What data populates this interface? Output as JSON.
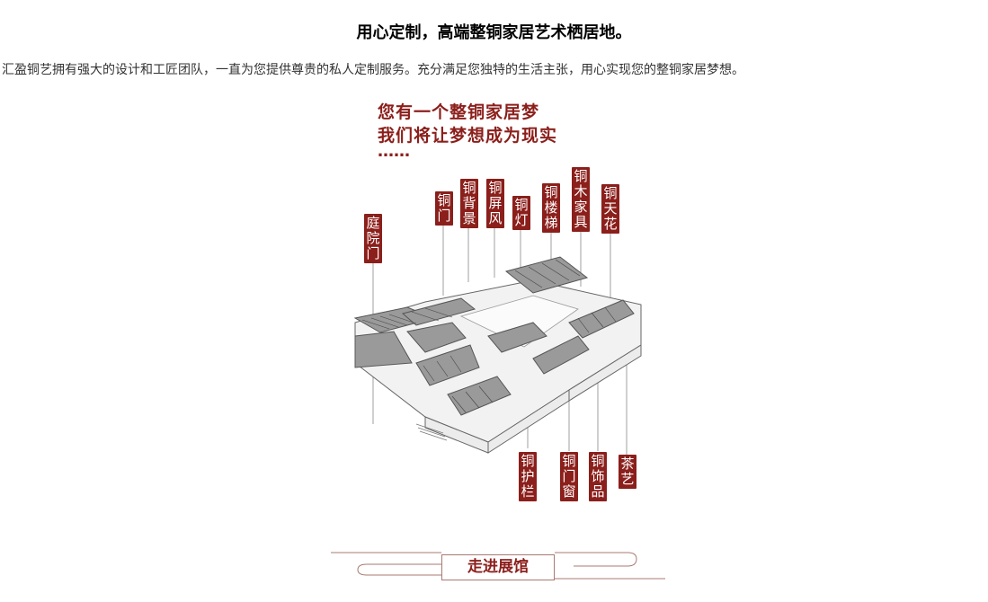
{
  "title": "用心定制，高端整铜家居艺术栖居地。",
  "intro": "汇盈铜艺拥有强大的设计和工匠团队，一直为您提供尊贵的私人定制服务。充分满足您独特的生活主张，用心实现您的整铜家居梦想。",
  "poster": {
    "headline_line1": "您有一个整铜家居梦",
    "headline_line2": "我们将让梦想成为现实",
    "dots": "……",
    "tags": {
      "tingyuanmen": "庭院门",
      "tongmen": "铜门",
      "tongbeijing": "铜背景",
      "tongpingfeng": "铜屏风",
      "tongdeng": "铜灯",
      "tongloudi": "铜楼梯",
      "tongmujiaju": "铜木家具",
      "tongtianhua": "铜天花",
      "tonghulan": "铜护栏",
      "tongmenchuang": "铜门窗",
      "tongshipin": "铜饰品",
      "chayi": "茶艺"
    },
    "accent_color": "#8b1f1b"
  },
  "cta": {
    "label": "走进展馆"
  }
}
